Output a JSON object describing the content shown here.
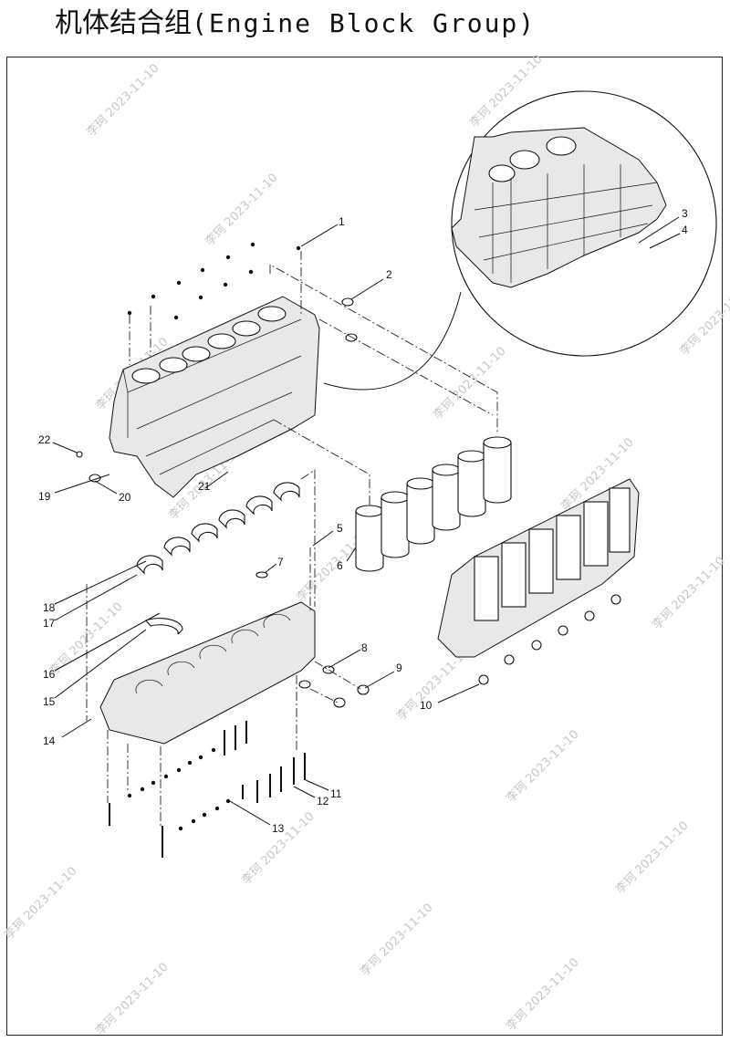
{
  "title": {
    "chinese": "机体结合组",
    "english": "(Engine Block Group)"
  },
  "watermark": {
    "text": "李珂 2023-11-10"
  },
  "callouts": [
    {
      "id": "1",
      "label": "1"
    },
    {
      "id": "2",
      "label": "2"
    },
    {
      "id": "3",
      "label": "3"
    },
    {
      "id": "4",
      "label": "4"
    },
    {
      "id": "5",
      "label": "5"
    },
    {
      "id": "6",
      "label": "6"
    },
    {
      "id": "7",
      "label": "7"
    },
    {
      "id": "8",
      "label": "8"
    },
    {
      "id": "9",
      "label": "9"
    },
    {
      "id": "10",
      "label": "10"
    },
    {
      "id": "11",
      "label": "11"
    },
    {
      "id": "12",
      "label": "12"
    },
    {
      "id": "13",
      "label": "13"
    },
    {
      "id": "14",
      "label": "14"
    },
    {
      "id": "15",
      "label": "15"
    },
    {
      "id": "16",
      "label": "16"
    },
    {
      "id": "17",
      "label": "17"
    },
    {
      "id": "18",
      "label": "18"
    },
    {
      "id": "19",
      "label": "19"
    },
    {
      "id": "20",
      "label": "20"
    },
    {
      "id": "21",
      "label": "21"
    },
    {
      "id": "22",
      "label": "22"
    }
  ]
}
